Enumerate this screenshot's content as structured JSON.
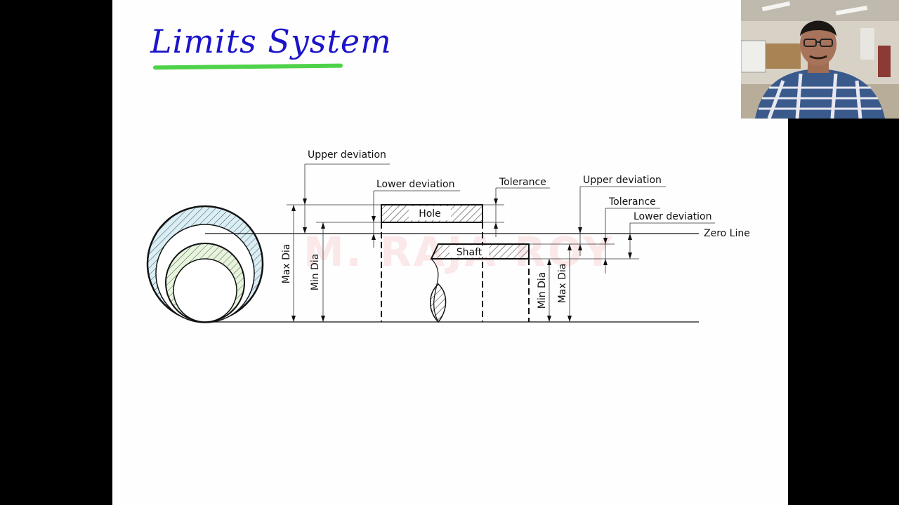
{
  "slide": {
    "title": "Limits System",
    "watermark": "M. RAJA ROY"
  },
  "diagram": {
    "labels": {
      "hole": "Hole",
      "shaft": "Shaft",
      "zero_line": "Zero Line",
      "hole_upper_deviation": "Upper deviation",
      "hole_lower_deviation": "Lower deviation",
      "hole_tolerance": "Tolerance",
      "shaft_upper_deviation": "Upper deviation",
      "shaft_tolerance": "Tolerance",
      "shaft_lower_deviation": "Lower deviation",
      "hole_max_dia": "Max Dia",
      "hole_min_dia": "Min Dia",
      "shaft_min_dia": "Min Dia",
      "shaft_max_dia": "Max Dia"
    }
  },
  "colors": {
    "title": "#1b14c9",
    "underline": "#4fd24a",
    "hatch_ring": "#4aa3c4",
    "hatch_inner": "#b7e3a0"
  }
}
